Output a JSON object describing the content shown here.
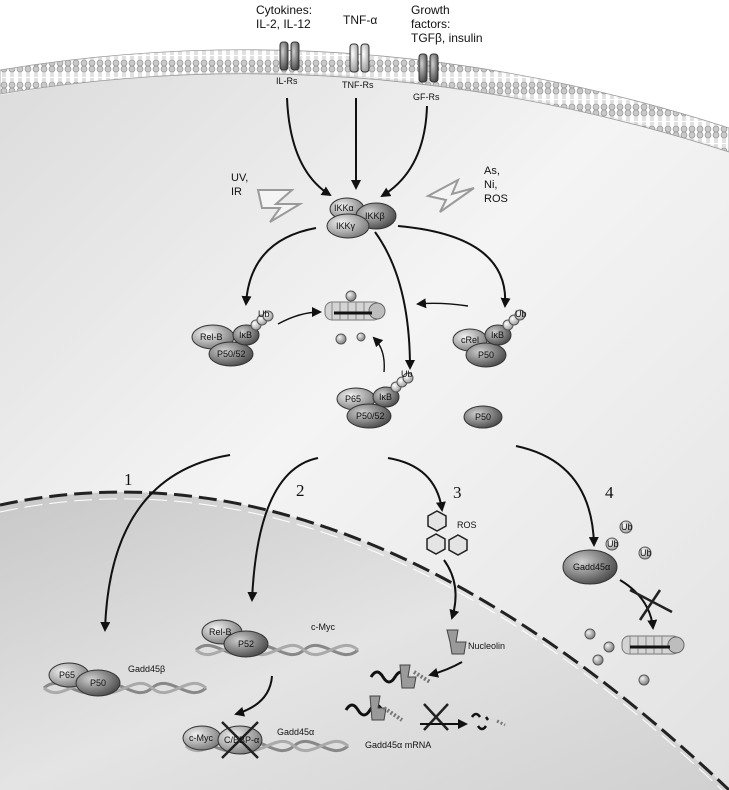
{
  "receptors": {
    "cytokines_line1": "Cytokines:",
    "cytokines_line2": "IL-2, IL-12",
    "tnf": "TNF-α",
    "gf_line1": "Growth",
    "gf_line2": "factors:",
    "gf_line3": "TGFβ, insulin",
    "il_rs": "IL-Rs",
    "tnf_rs": "TNF-Rs",
    "gf_rs": "GF-Rs"
  },
  "stimuli": {
    "uv": "UV,",
    "ir": "IR",
    "as": "As,",
    "ni": "Ni,",
    "ros": "ROS"
  },
  "ikk": {
    "alpha": "IKKα",
    "beta": "IKKβ",
    "gamma": "IKKγ"
  },
  "complexes": {
    "relb": "Rel-B",
    "p50_52": "P50/52",
    "ikb": "IκB",
    "ub": "Ub",
    "crel": "cRel",
    "p50": "P50",
    "p65": "P65",
    "p52": "P52"
  },
  "pathways": [
    "1",
    "2",
    "3",
    "4"
  ],
  "nucleus": {
    "ros": "ROS",
    "gadd45a": "Gadd45α",
    "gadd45b": "Gadd45β",
    "cmyc": "c-Myc",
    "cebp": "C/EBP-α",
    "nucleolin": "Nucleolin",
    "mrna": "Gadd45α mRNA"
  },
  "colors": {
    "membrane": "#9a9a9a",
    "cytoplasm": "#e8e8e8",
    "nucleus": "#d6d6d6",
    "protein": "#8f8f8f"
  }
}
